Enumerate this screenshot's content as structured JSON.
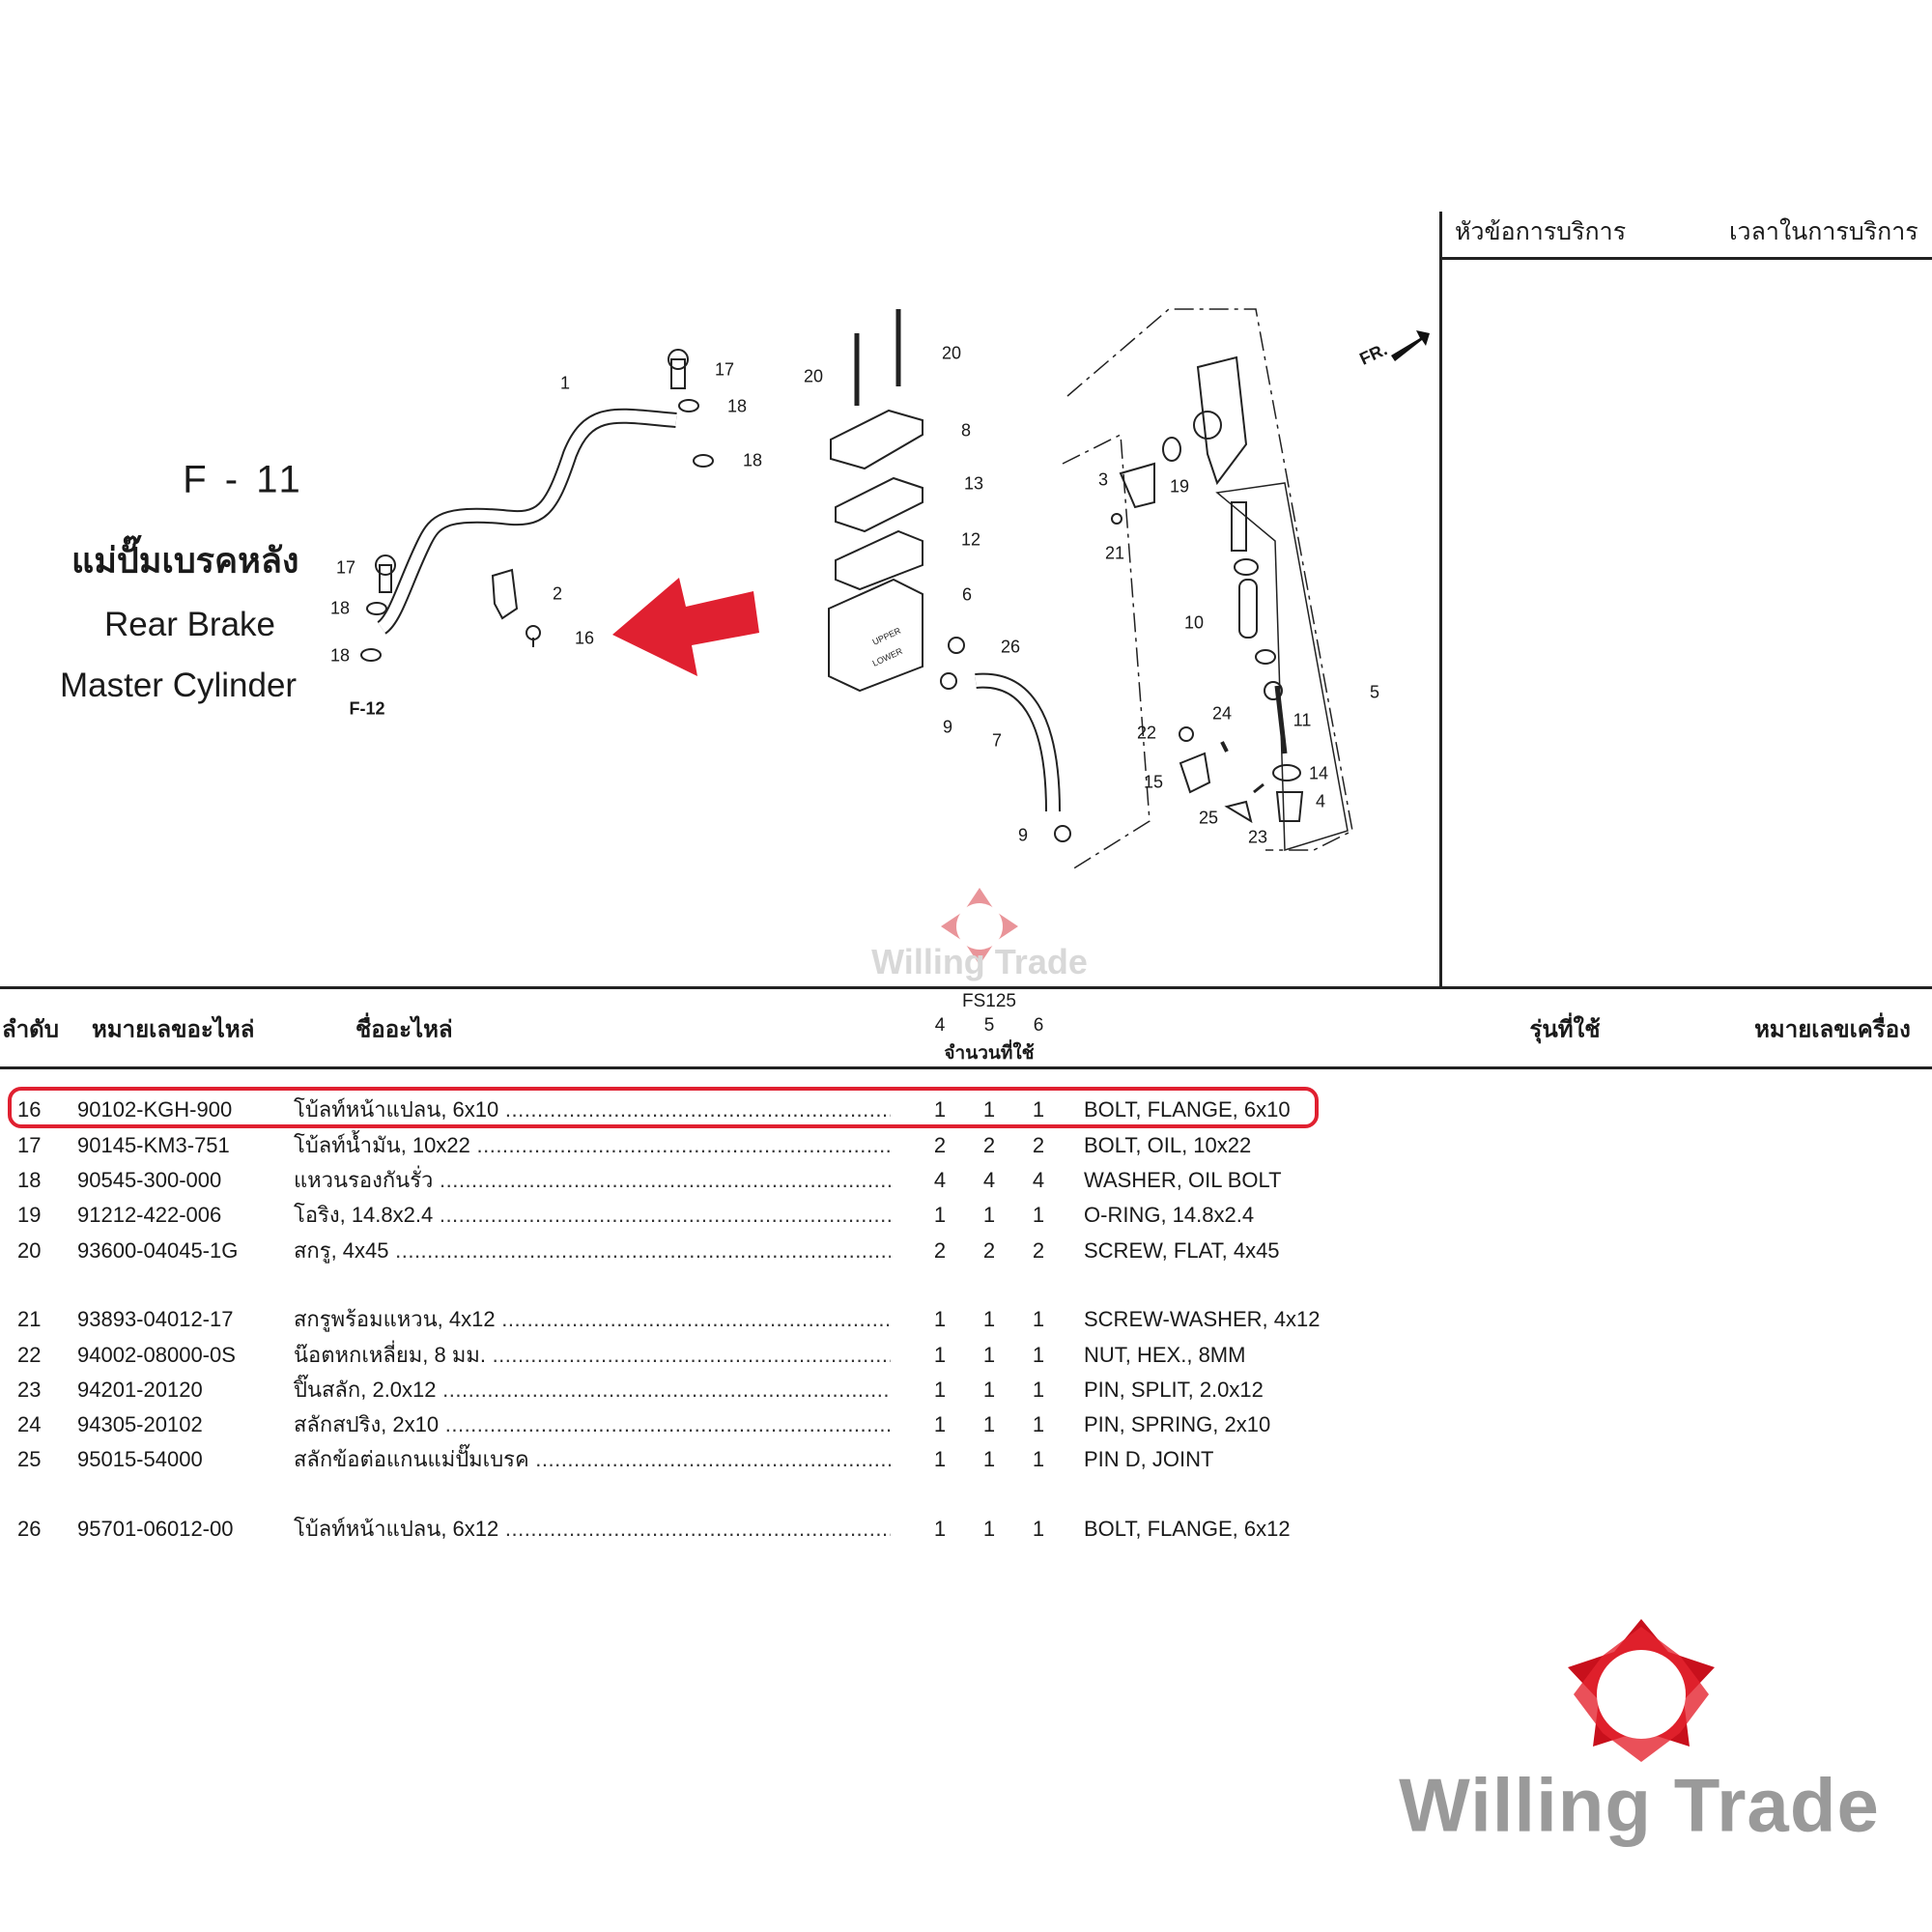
{
  "figure": {
    "code": "F - 11",
    "title_th": "แม่ปั๊มเบรคหลัง",
    "title_en_line1": "Rear Brake",
    "title_en_line2": "Master Cylinder"
  },
  "service_panel": {
    "col1": "หัวข้อการบริการ",
    "col2": "เวลาในการบริการ"
  },
  "diagram": {
    "ref_label": "F-12",
    "direction_label": "FR.",
    "callouts": [
      "1",
      "17",
      "18",
      "18",
      "17",
      "18",
      "2",
      "16",
      "18",
      "20",
      "20",
      "8",
      "13",
      "12",
      "6",
      "26",
      "9",
      "7",
      "9",
      "3",
      "19",
      "21",
      "10",
      "5",
      "11",
      "24",
      "22",
      "15",
      "14",
      "4",
      "25",
      "23"
    ],
    "reservoir_upper": "UPPER",
    "reservoir_lower": "LOWER",
    "highlight_color": "#e02030"
  },
  "table": {
    "headers": {
      "no": "ลำดับ",
      "part_no": "หมายเลขอะไหล่",
      "name": "ชื่ออะไหล่",
      "model": "FS125",
      "variants": [
        "4",
        "5",
        "6"
      ],
      "qty": "จำนวนที่ใช้",
      "used_model": "รุ่นที่ใช้",
      "engine_no": "หมายเลขเครื่อง"
    },
    "rows": [
      {
        "no": "16",
        "part_no": "90102-KGH-900",
        "name_th": "โบ้ลท์หน้าแปลน, 6x10",
        "qty": [
          "1",
          "1",
          "1"
        ],
        "name_en": "BOLT, FLANGE, 6x10",
        "highlighted": true
      },
      {
        "no": "17",
        "part_no": "90145-KM3-751",
        "name_th": "โบ้ลท์น้ำมัน, 10x22",
        "qty": [
          "2",
          "2",
          "2"
        ],
        "name_en": "BOLT, OIL, 10x22"
      },
      {
        "no": "18",
        "part_no": "90545-300-000",
        "name_th": "แหวนรองกันรั่ว",
        "qty": [
          "4",
          "4",
          "4"
        ],
        "name_en": "WASHER, OIL BOLT"
      },
      {
        "no": "19",
        "part_no": "91212-422-006",
        "name_th": "โอริง, 14.8x2.4",
        "qty": [
          "1",
          "1",
          "1"
        ],
        "name_en": "O-RING, 14.8x2.4"
      },
      {
        "no": "20",
        "part_no": "93600-04045-1G",
        "name_th": "สกรู, 4x45",
        "qty": [
          "2",
          "2",
          "2"
        ],
        "name_en": "SCREW, FLAT, 4x45"
      },
      {
        "no": "21",
        "part_no": "93893-04012-17",
        "name_th": "สกรูพร้อมแหวน, 4x12",
        "qty": [
          "1",
          "1",
          "1"
        ],
        "name_en": "SCREW-WASHER, 4x12"
      },
      {
        "no": "22",
        "part_no": "94002-08000-0S",
        "name_th": "น๊อตหกเหลี่ยม, 8 มม.",
        "qty": [
          "1",
          "1",
          "1"
        ],
        "name_en": "NUT, HEX., 8MM"
      },
      {
        "no": "23",
        "part_no": "94201-20120",
        "name_th": "ปิ๊นสลัก, 2.0x12",
        "qty": [
          "1",
          "1",
          "1"
        ],
        "name_en": "PIN, SPLIT, 2.0x12"
      },
      {
        "no": "24",
        "part_no": "94305-20102",
        "name_th": "สลักสปริง, 2x10",
        "qty": [
          "1",
          "1",
          "1"
        ],
        "name_en": "PIN, SPRING, 2x10"
      },
      {
        "no": "25",
        "part_no": "95015-54000",
        "name_th": "สลักข้อต่อแกนแม่ปั๊มเบรค",
        "qty": [
          "1",
          "1",
          "1"
        ],
        "name_en": "PIN D, JOINT"
      },
      {
        "no": "26",
        "part_no": "95701-06012-00",
        "name_th": "โบ้ลท์หน้าแปลน, 6x12",
        "qty": [
          "1",
          "1",
          "1"
        ],
        "name_en": "BOLT, FLANGE, 6x12"
      }
    ]
  },
  "brand": {
    "name": "Willing Trade",
    "color_red": "#d0151f",
    "color_gray": "#9a9a9a"
  }
}
